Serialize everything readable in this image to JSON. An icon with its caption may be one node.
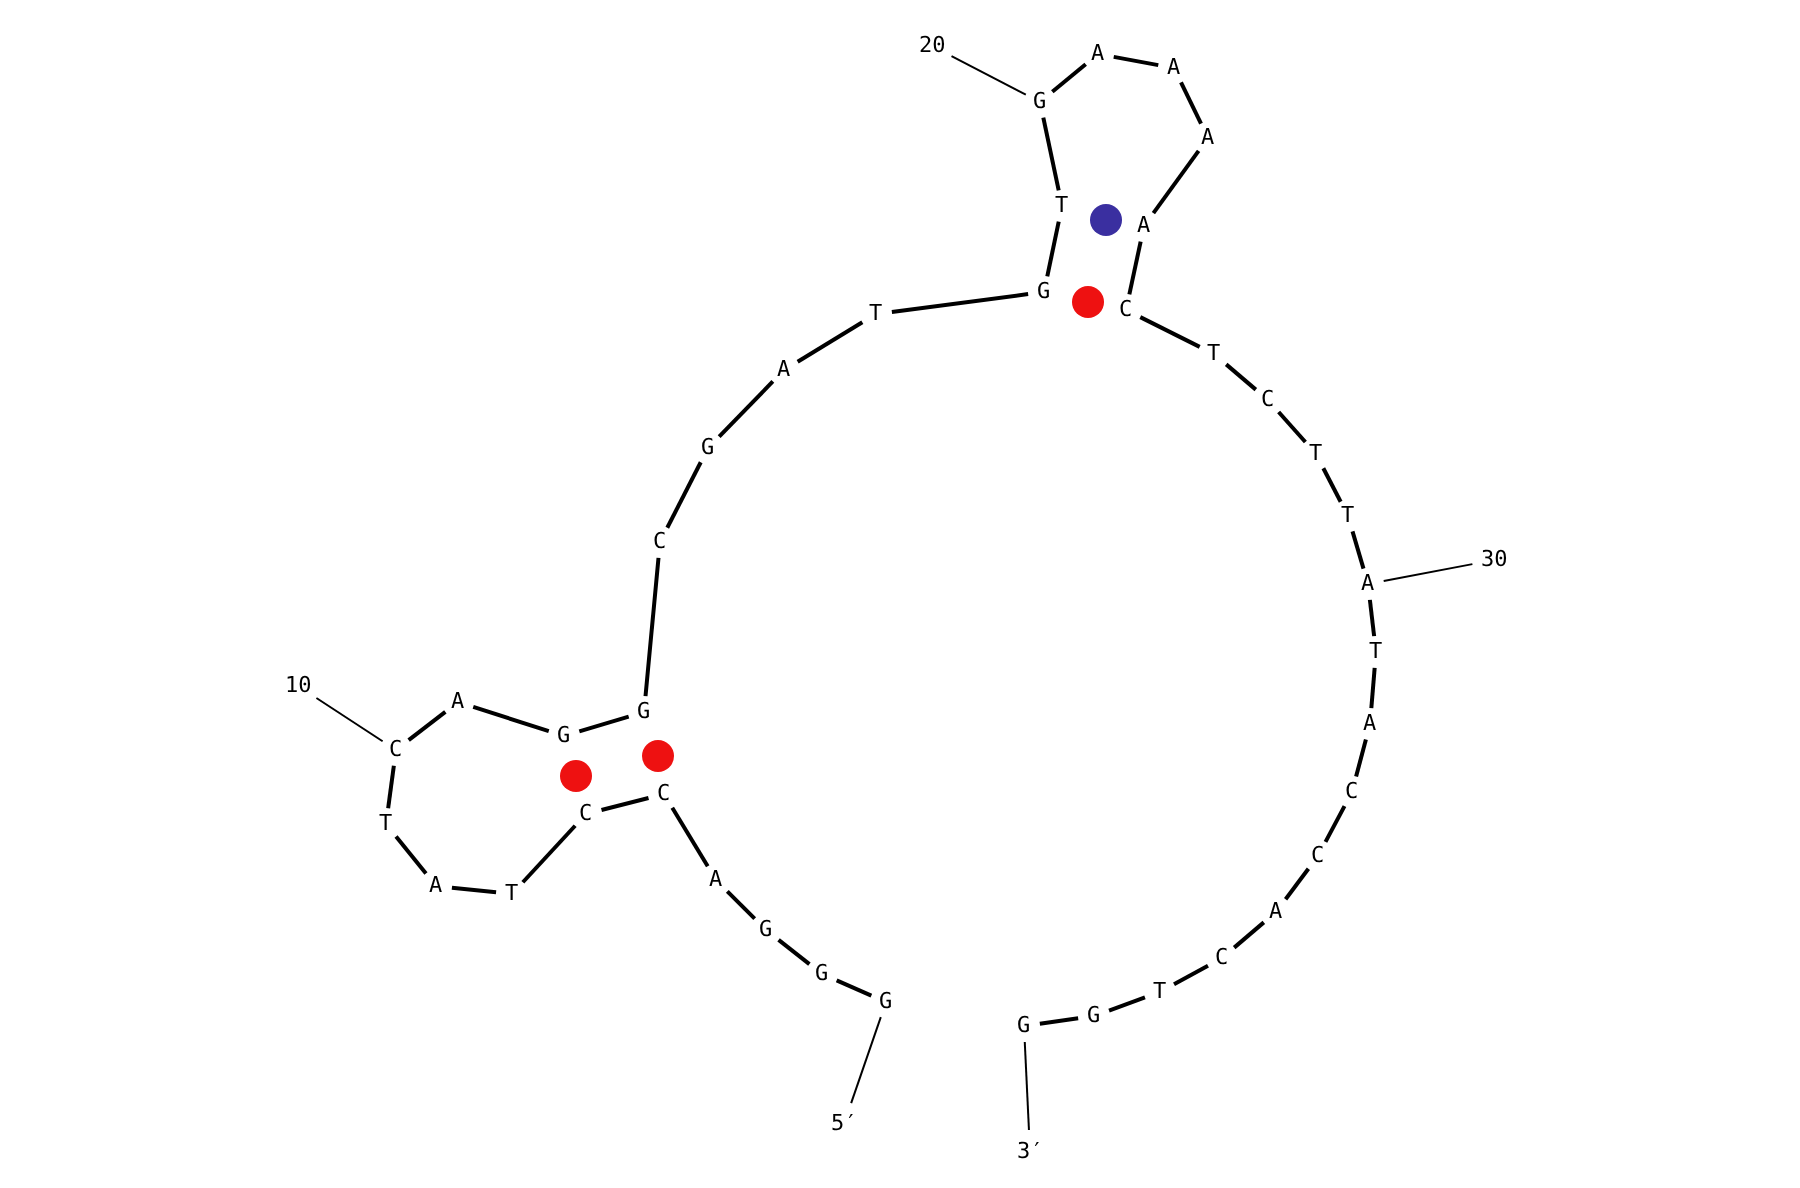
{
  "diagram": {
    "nodes": [
      {
        "text": [
          "G"
        ]
      },
      {
        "text": [
          "G"
        ]
      },
      {
        "text": [
          "G"
        ]
      },
      {
        "text": [
          "A"
        ]
      },
      {
        "text": [
          "C"
        ]
      },
      {
        "text": [
          "C"
        ]
      },
      {
        "text": [
          "T"
        ]
      },
      {
        "text": [
          "A"
        ]
      },
      {
        "text": [
          "T"
        ]
      },
      {
        "text": [
          "C"
        ]
      },
      {
        "text": [
          "A"
        ]
      },
      {
        "text": [
          "G"
        ]
      },
      {
        "text": [
          "G"
        ]
      },
      {
        "text": [
          "C"
        ]
      },
      {
        "text": [
          "G"
        ]
      },
      {
        "text": [
          "A"
        ]
      },
      {
        "text": [
          "T"
        ]
      },
      {
        "text": [
          "G"
        ]
      },
      {
        "text": [
          "T"
        ]
      },
      {
        "text": [
          "G"
        ]
      },
      {
        "text": [
          "A"
        ]
      },
      {
        "text": [
          "A"
        ]
      },
      {
        "text": [
          "A"
        ]
      },
      {
        "text": [
          "A"
        ]
      },
      {
        "text": [
          "C"
        ]
      },
      {
        "text": [
          "T"
        ]
      },
      {
        "text": [
          "C"
        ]
      },
      {
        "text": [
          "T"
        ]
      },
      {
        "text": [
          "T"
        ]
      },
      {
        "text": [
          "A"
        ]
      },
      {
        "text": [
          "T"
        ]
      },
      {
        "text": [
          "A"
        ]
      },
      {
        "text": [
          "C"
        ]
      },
      {
        "text": [
          "C"
        ]
      },
      {
        "text": [
          "A"
        ]
      },
      {
        "text": [
          "C"
        ]
      },
      {
        "text": [
          "T"
        ]
      },
      {
        "text": [
          "G"
        ]
      },
      {
        "text": [
          "G"
        ]
      },
      {
        "text": [
          "10"
        ]
      },
      {
        "text": [
          "20"
        ]
      },
      {
        "text": [
          "30"
        ]
      },
      {
        "text": [
          "5′"
        ]
      },
      {
        "text": [
          "3′"
        ]
      }
    ],
    "edges": [
      {
        "from": 0,
        "to": 1,
        "arrow": "none"
      },
      {
        "from": 1,
        "to": 2,
        "arrow": "none"
      },
      {
        "from": 2,
        "to": 3,
        "arrow": "none"
      },
      {
        "from": 3,
        "to": 4,
        "arrow": "none"
      },
      {
        "from": 4,
        "to": 5,
        "arrow": "none"
      },
      {
        "from": 5,
        "to": 6,
        "arrow": "none"
      },
      {
        "from": 6,
        "to": 7,
        "arrow": "none"
      },
      {
        "from": 7,
        "to": 8,
        "arrow": "none"
      },
      {
        "from": 8,
        "to": 9,
        "arrow": "none"
      },
      {
        "from": 9,
        "to": 10,
        "arrow": "none"
      },
      {
        "from": 10,
        "to": 11,
        "arrow": "none"
      },
      {
        "from": 11,
        "to": 12,
        "arrow": "none"
      },
      {
        "from": 12,
        "to": 13,
        "arrow": "none"
      },
      {
        "from": 13,
        "to": 14,
        "arrow": "none"
      },
      {
        "from": 14,
        "to": 15,
        "arrow": "none"
      },
      {
        "from": 15,
        "to": 16,
        "arrow": "none"
      },
      {
        "from": 16,
        "to": 17,
        "arrow": "none"
      },
      {
        "from": 17,
        "to": 18,
        "arrow": "none"
      },
      {
        "from": 18,
        "to": 19,
        "arrow": "none"
      },
      {
        "from": 19,
        "to": 20,
        "arrow": "none"
      },
      {
        "from": 20,
        "to": 21,
        "arrow": "none"
      },
      {
        "from": 21,
        "to": 22,
        "arrow": "none"
      },
      {
        "from": 22,
        "to": 23,
        "arrow": "none"
      },
      {
        "from": 23,
        "to": 24,
        "arrow": "none"
      },
      {
        "from": 24,
        "to": 25,
        "arrow": "none"
      },
      {
        "from": 25,
        "to": 26,
        "arrow": "none"
      },
      {
        "from": 26,
        "to": 27,
        "arrow": "none"
      },
      {
        "from": 27,
        "to": 28,
        "arrow": "none"
      },
      {
        "from": 28,
        "to": 29,
        "arrow": "none"
      },
      {
        "from": 29,
        "to": 30,
        "arrow": "none"
      },
      {
        "from": 30,
        "to": 31,
        "arrow": "none"
      },
      {
        "from": 31,
        "to": 32,
        "arrow": "none"
      },
      {
        "from": 32,
        "to": 33,
        "arrow": "none"
      },
      {
        "from": 33,
        "to": 34,
        "arrow": "none"
      },
      {
        "from": 34,
        "to": 35,
        "arrow": "none"
      },
      {
        "from": 35,
        "to": 36,
        "arrow": "none"
      },
      {
        "from": 36,
        "to": 37,
        "arrow": "none"
      },
      {
        "from": 37,
        "to": 38,
        "arrow": "none"
      },
      {
        "from": 39,
        "to": 9,
        "arrow": "none"
      },
      {
        "from": 40,
        "to": 19,
        "arrow": "none"
      },
      {
        "from": 41,
        "to": 29,
        "arrow": "none"
      },
      {
        "from": 42,
        "to": 0,
        "arrow": "none"
      },
      {
        "from": 43,
        "to": 38,
        "arrow": "none"
      }
    ]
  }
}
